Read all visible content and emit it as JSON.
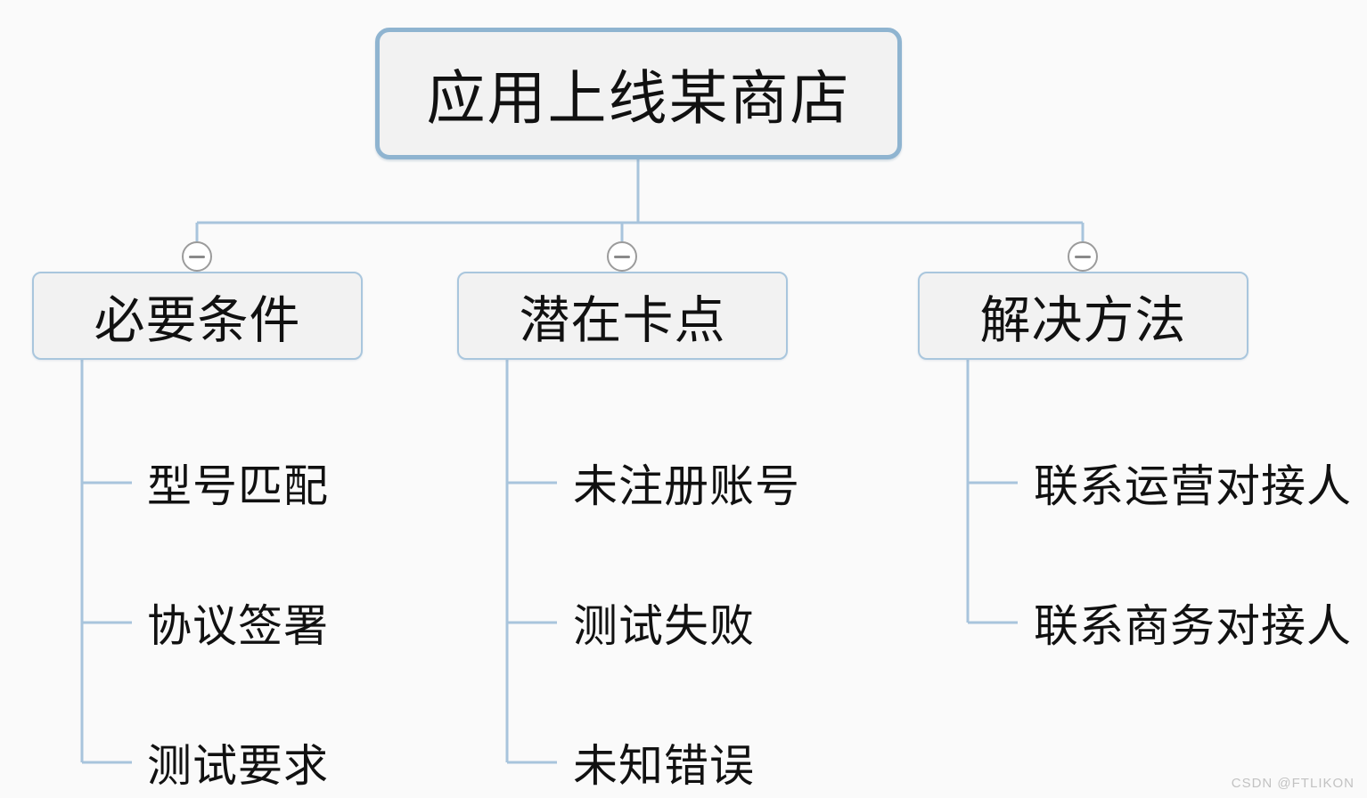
{
  "diagram": {
    "type": "mindmap",
    "title": "应用上线某商店",
    "background_color": "#fafafa",
    "line_color": "#a8c4dc",
    "node_fill": "#f2f2f2",
    "root_border_color": "#8fb4d0",
    "branch_border_color": "#a9c6dd",
    "root": {
      "label": "应用上线某商店"
    },
    "branches": [
      {
        "label": "必要条件",
        "collapse_icon": "minus-circle-icon",
        "children": [
          {
            "label": "型号匹配"
          },
          {
            "label": "协议签署"
          },
          {
            "label": "测试要求"
          }
        ]
      },
      {
        "label": "潜在卡点",
        "collapse_icon": "minus-circle-icon",
        "children": [
          {
            "label": "未注册账号"
          },
          {
            "label": "测试失败"
          },
          {
            "label": "未知错误"
          }
        ]
      },
      {
        "label": "解决方法",
        "collapse_icon": "minus-circle-icon",
        "children": [
          {
            "label": "联系运营对接人"
          },
          {
            "label": "联系商务对接人"
          }
        ]
      }
    ]
  },
  "watermark": {
    "text": "CSDN @FTLIKON"
  }
}
